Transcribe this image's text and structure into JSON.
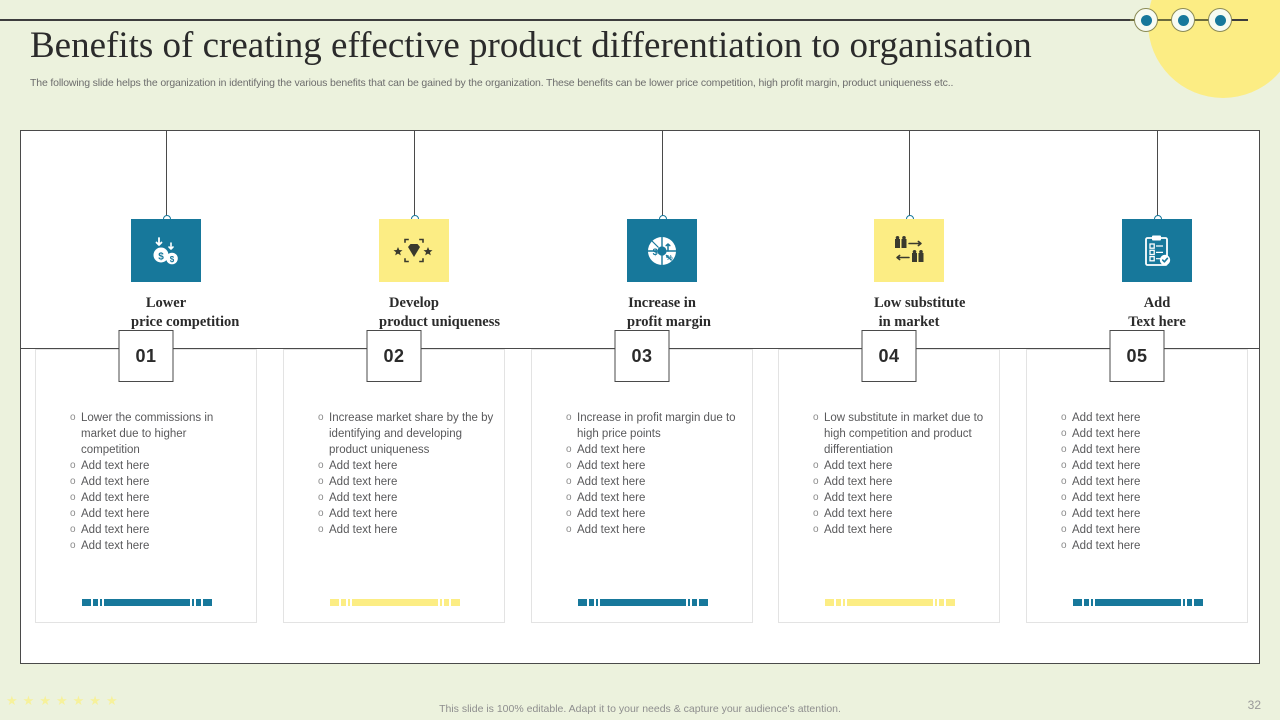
{
  "header": {
    "title": "Benefits of creating effective product differentiation to organisation",
    "subtitle": "The following slide helps the organization in identifying the various benefits that can be gained by the organization. These benefits can be lower price competition, high profit margin, product uniqueness etc..",
    "decor_nodes": [
      "node-1",
      "node-2",
      "node-3"
    ]
  },
  "colors": {
    "background": "#ecf2dd",
    "teal": "#17789b",
    "yellow": "#fced84",
    "panel": "#ffffff",
    "border": "#4a4a4a",
    "text": "#2b2b2b",
    "muted": "#59595b"
  },
  "steps": [
    {
      "number": "01",
      "icon": "money-down-arrow-icon",
      "tile_color": "teal",
      "label_line1": "Lower",
      "label_line2": "price competition",
      "bar_color": "teal",
      "bullets": [
        "Lower the commissions in market due to higher competition",
        "Add text here",
        "Add text here",
        "Add text here",
        "Add text here",
        "Add text here",
        "Add text here"
      ]
    },
    {
      "number": "02",
      "icon": "diamond-stars-icon",
      "tile_color": "yellow",
      "label_line1": "Develop",
      "label_line2": "product uniqueness",
      "bar_color": "yellow",
      "bullets": [
        "Increase market share by the by identifying and developing product uniqueness",
        "Add text here",
        "Add text here",
        "Add text here",
        "Add text here",
        "Add text here"
      ]
    },
    {
      "number": "03",
      "icon": "pie-chart-percent-icon",
      "tile_color": "teal",
      "label_line1": "Increase in",
      "label_line2": "profit margin",
      "bar_color": "teal",
      "bullets": [
        "Increase in profit margin due to high price points",
        "Add text here",
        "Add text here",
        "Add text here",
        "Add text here",
        "Add text here",
        "Add text here"
      ]
    },
    {
      "number": "04",
      "icon": "substitute-swap-icon",
      "tile_color": "yellow",
      "label_line1": "Low substitute",
      "label_line2": "in market",
      "bar_color": "yellow",
      "bullets": [
        "Low substitute in market due to high competition and product differentiation",
        "Add text here",
        "Add text here",
        "Add text here",
        "Add text here",
        "Add text here"
      ]
    },
    {
      "number": "05",
      "icon": "clipboard-check-icon",
      "tile_color": "teal",
      "label_line1": "Add",
      "label_line2": "Text here",
      "bar_color": "teal",
      "bullets": [
        "Add text here",
        "Add text here",
        "Add text here",
        "Add text here",
        "Add text here",
        "Add text here",
        "Add text here",
        "Add text here",
        "Add text here"
      ]
    }
  ],
  "footer": {
    "note": "This slide is 100% editable. Adapt it to your needs & capture your audience's attention.",
    "page_number": "32",
    "star_count": 7
  }
}
